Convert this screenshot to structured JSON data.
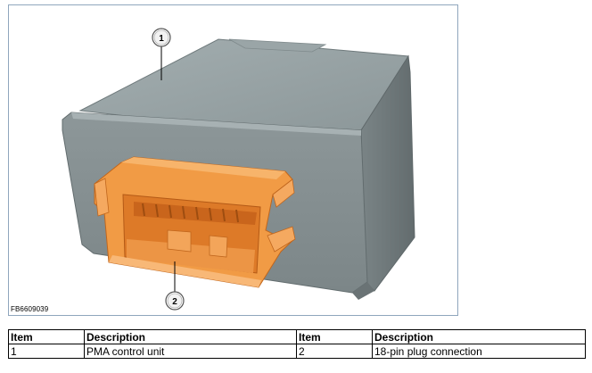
{
  "figure": {
    "id": "FB6609039",
    "callouts": [
      "1",
      "2"
    ]
  },
  "legend": {
    "headers": [
      "Item",
      "Description",
      "Item",
      "Description"
    ],
    "rows": [
      [
        "1",
        "PMA control unit",
        "2",
        "18-pin plug connection"
      ]
    ]
  }
}
